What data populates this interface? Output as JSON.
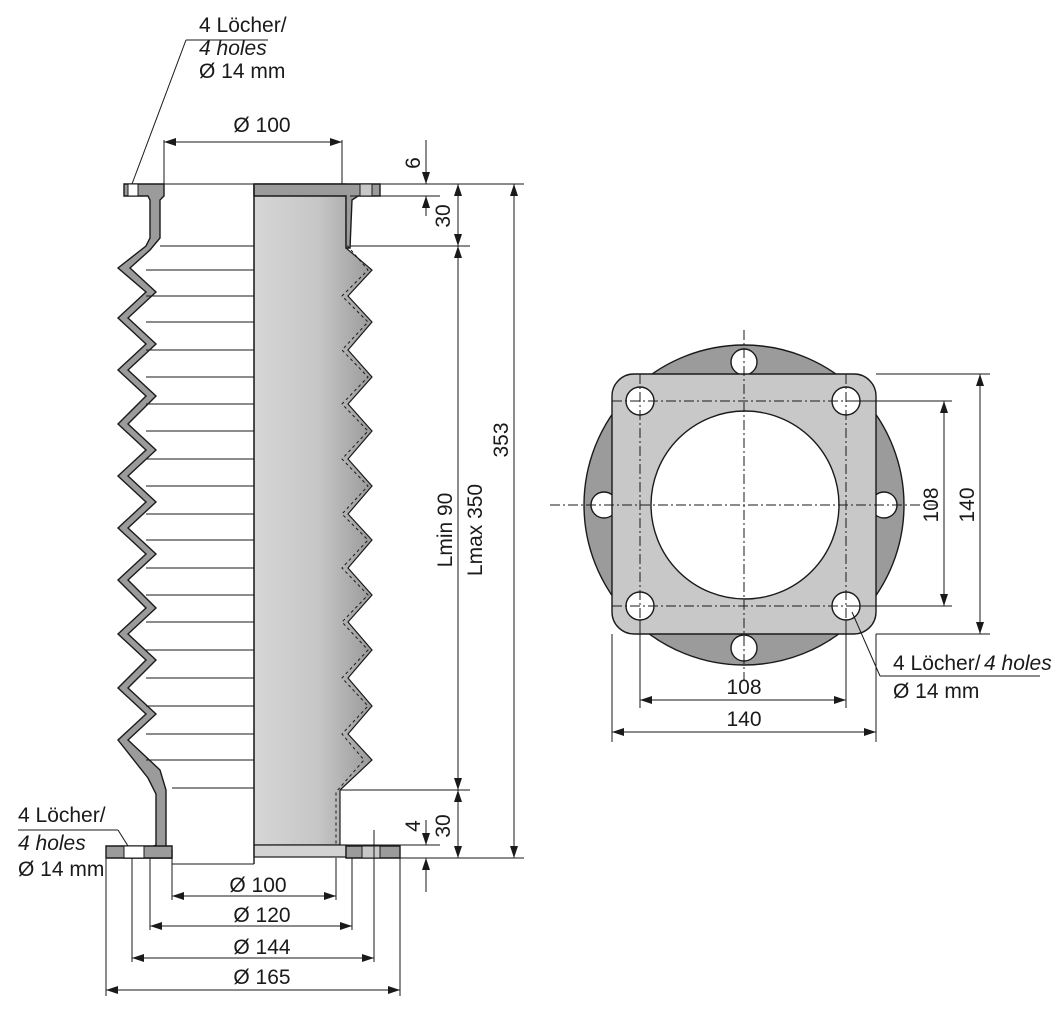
{
  "side_view": {
    "top_holes_label_de": "4 Löcher/",
    "top_holes_label_en": "4 holes",
    "top_holes_diameter": "Ø 14 mm",
    "top_inner_diameter": "Ø 100",
    "flange_thickness_top": "6",
    "cuff_height_top": "30",
    "total_height": "353",
    "lmin": "Lmin  90",
    "lmax": "Lmax 350",
    "cuff_height_bottom": "30",
    "flange_thickness_bottom": "4",
    "bottom_holes_label_de": "4 Löcher/",
    "bottom_holes_label_en": "4 holes",
    "bottom_holes_diameter": "Ø 14 mm",
    "bottom_diameters": [
      "Ø 100",
      "Ø 120",
      "Ø 144",
      "Ø 165"
    ]
  },
  "top_view": {
    "hole_spacing_vertical": "108",
    "flange_size_vertical": "140",
    "hole_spacing_horizontal": "108",
    "flange_size_horizontal": "140",
    "holes_label_de": "4 Löcher/",
    "holes_label_en": "4 holes",
    "holes_diameter": "Ø 14 mm"
  },
  "colors": {
    "part_gray": "#9b9b9b",
    "light_gray": "#c8c8c8",
    "line": "#1a1a1a"
  }
}
